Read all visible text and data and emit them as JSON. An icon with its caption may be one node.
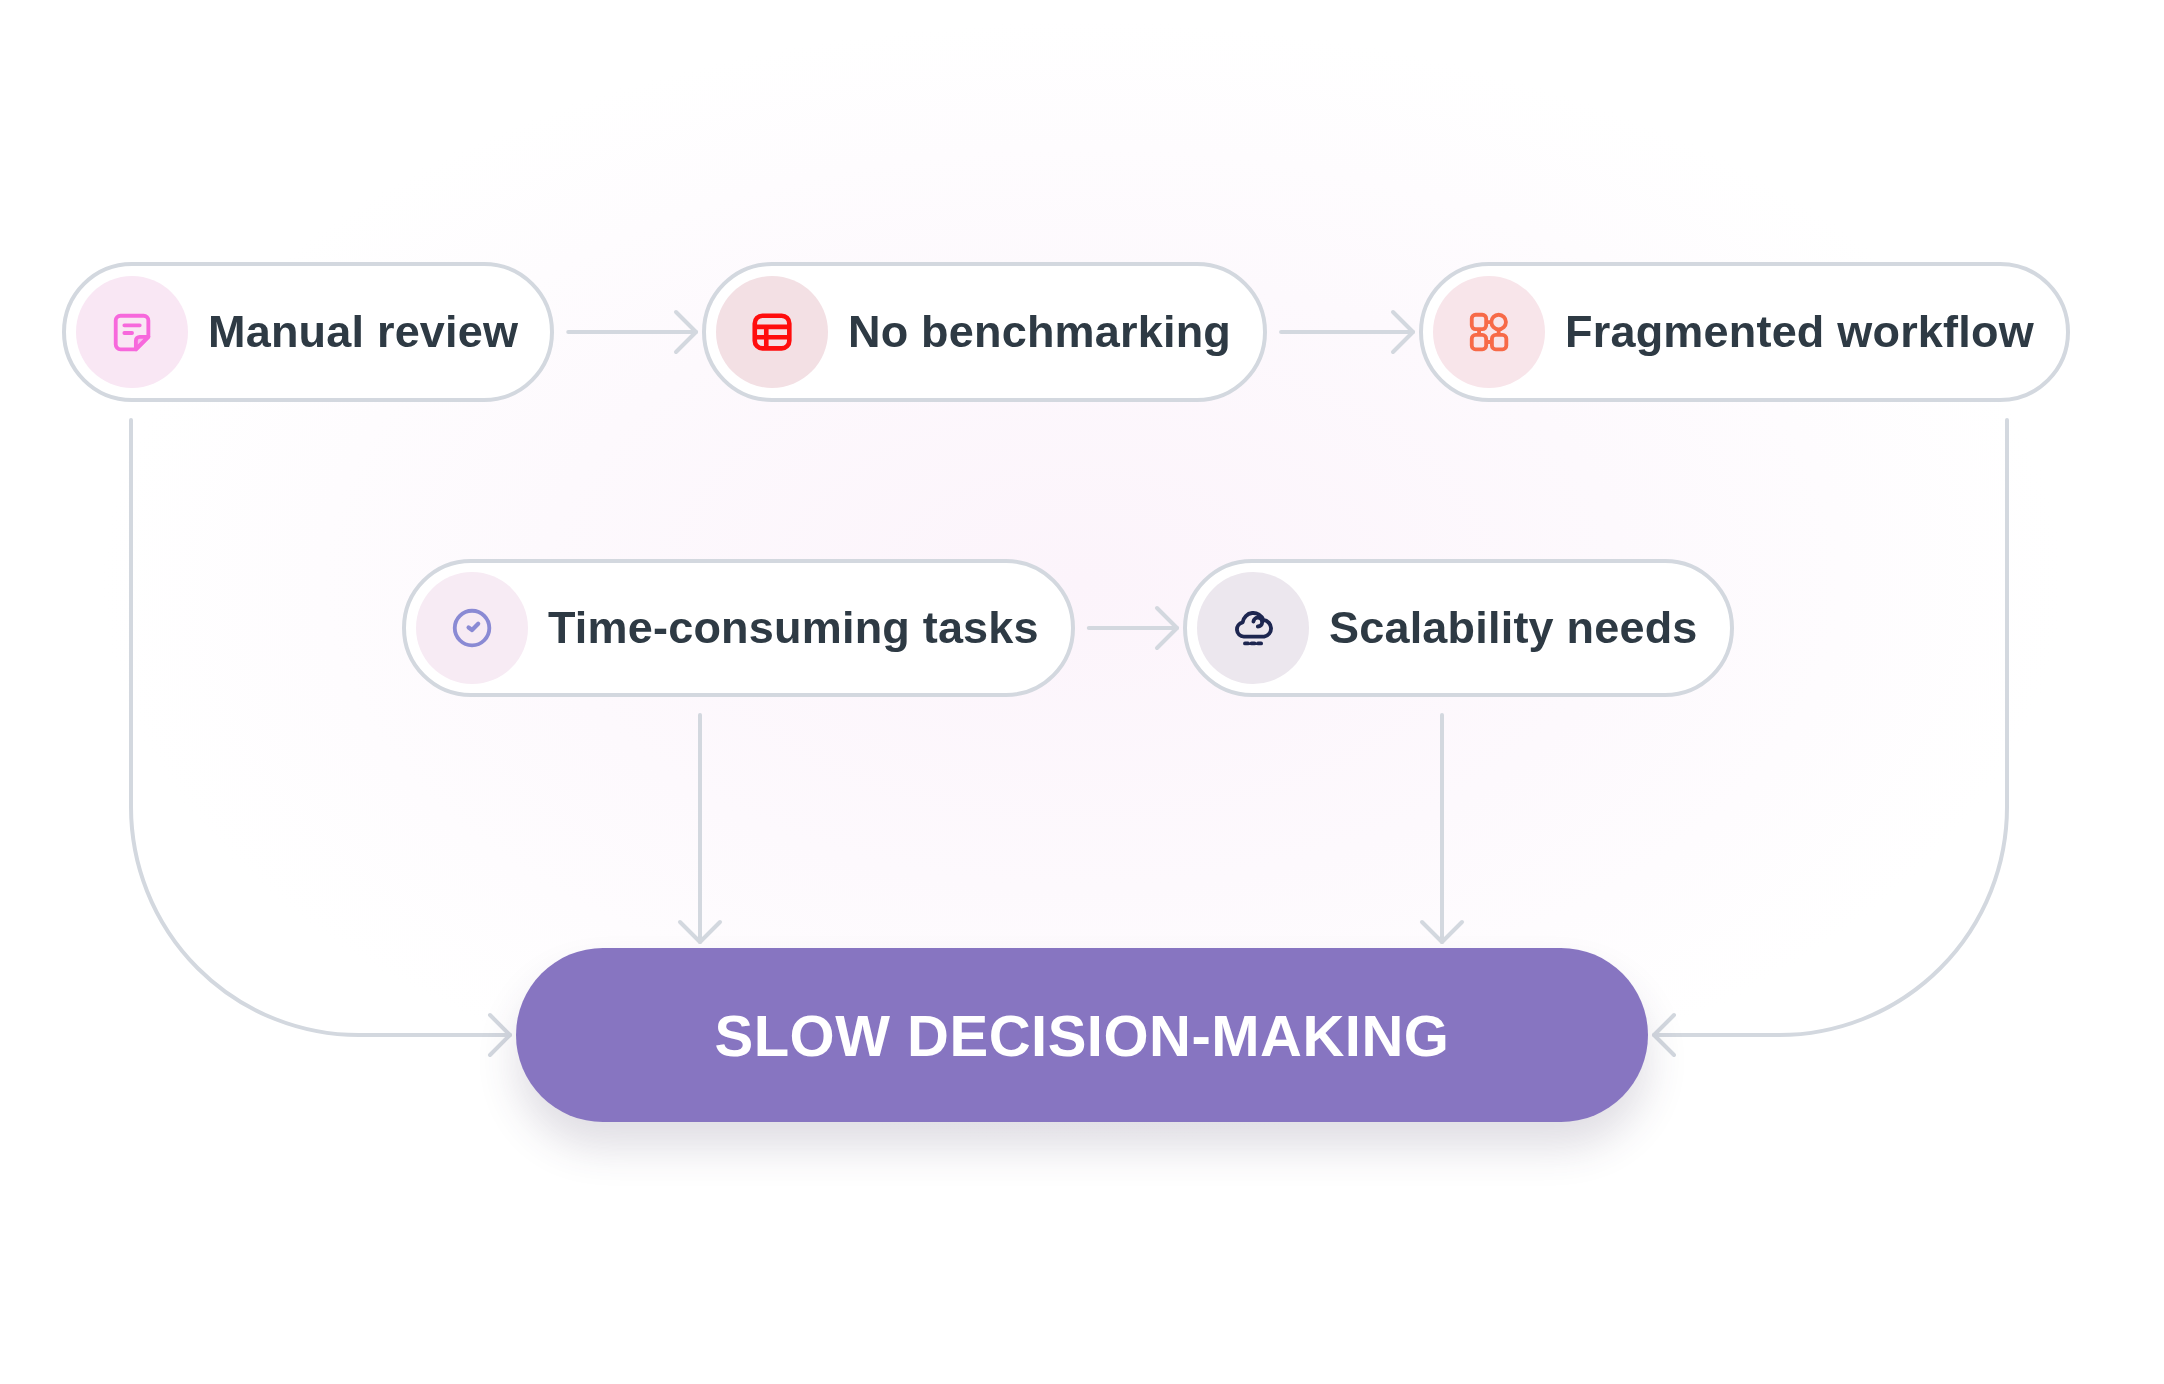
{
  "diagram": {
    "nodes": [
      {
        "text": [
          "Manual review"
        ]
      },
      {
        "text": [
          "No benchmarking"
        ]
      },
      {
        "text": [
          "Fragmented workflow"
        ]
      },
      {
        "text": [
          "Time-consuming tasks"
        ]
      },
      {
        "text": [
          "Scalability needs"
        ]
      },
      {
        "text": [
          "SLOW DECISION-MAKING"
        ]
      }
    ],
    "edges": [
      {
        "from": 0,
        "to": 1,
        "arrow": "to"
      },
      {
        "from": 1,
        "to": 2,
        "arrow": "to"
      },
      {
        "from": 3,
        "to": 4,
        "arrow": "to"
      },
      {
        "from": 0,
        "to": 5,
        "arrow": "to"
      },
      {
        "from": 3,
        "to": 5,
        "arrow": "to"
      },
      {
        "from": 4,
        "to": 5,
        "arrow": "to"
      },
      {
        "from": 2,
        "to": 5,
        "arrow": "to"
      }
    ]
  }
}
